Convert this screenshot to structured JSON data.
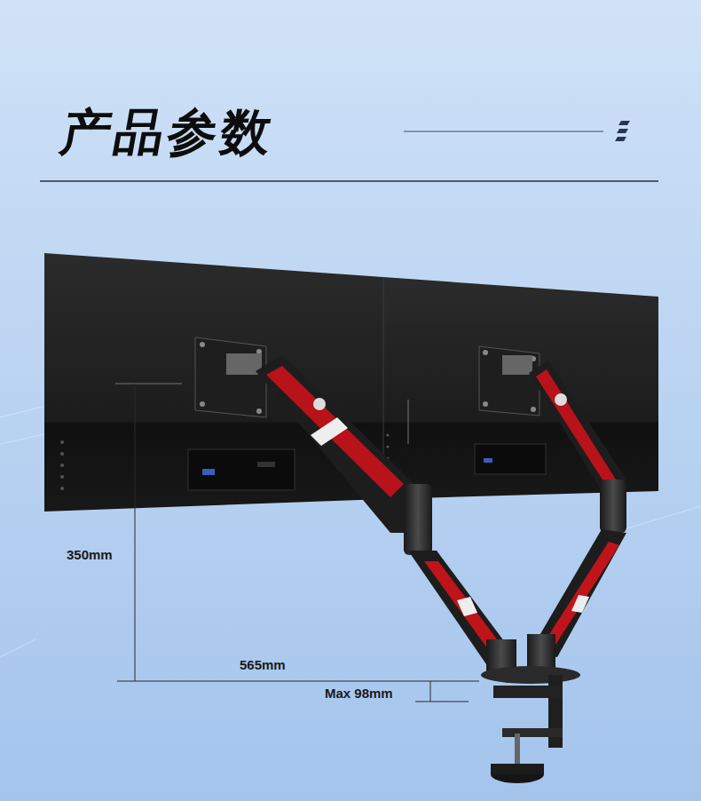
{
  "diagram": {
    "title": "产品参数",
    "labels": [
      "350mm",
      "565mm",
      "Max 98mm"
    ]
  }
}
